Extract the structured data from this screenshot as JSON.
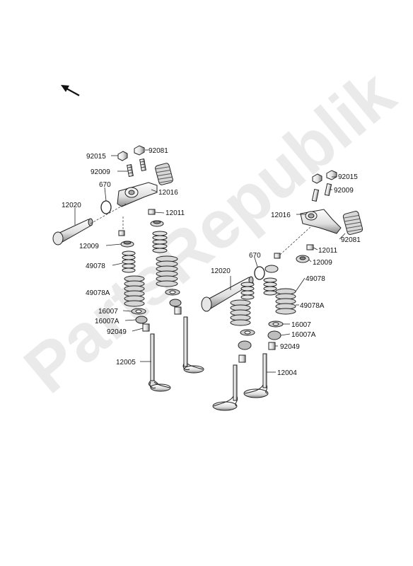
{
  "watermark": "PartsRepublik",
  "colors": {
    "part_fill": "#eeeeee",
    "part_shadow": "#9a9a9a",
    "line": "#222222",
    "watermark": "#d9d9d9"
  },
  "icons": {
    "direction": "direction-arrow-icon"
  },
  "labels": {
    "l92015a": "92015",
    "l92081a": "92081",
    "l92009a": "92009",
    "l670a": "670",
    "l12016a": "12016",
    "l12020a": "12020",
    "l12011a": "12011",
    "l12009a": "12009",
    "l49078a": "49078",
    "l49078Aa": "49078A",
    "l16007a": "16007",
    "l16007Aa": "16007A",
    "l92049a": "92049",
    "l12005": "12005",
    "l92015b": "92015",
    "l92009b": "92009",
    "l12016b": "12016",
    "l92081b": "92081",
    "l12011b": "12011",
    "l670b": "670",
    "l12009b": "12009",
    "l12020b": "12020",
    "l49078b": "49078",
    "l49078Ab": "49078A",
    "l16007b": "16007",
    "l16007Ab": "16007A",
    "l92049b": "92049",
    "l12004": "12004"
  }
}
